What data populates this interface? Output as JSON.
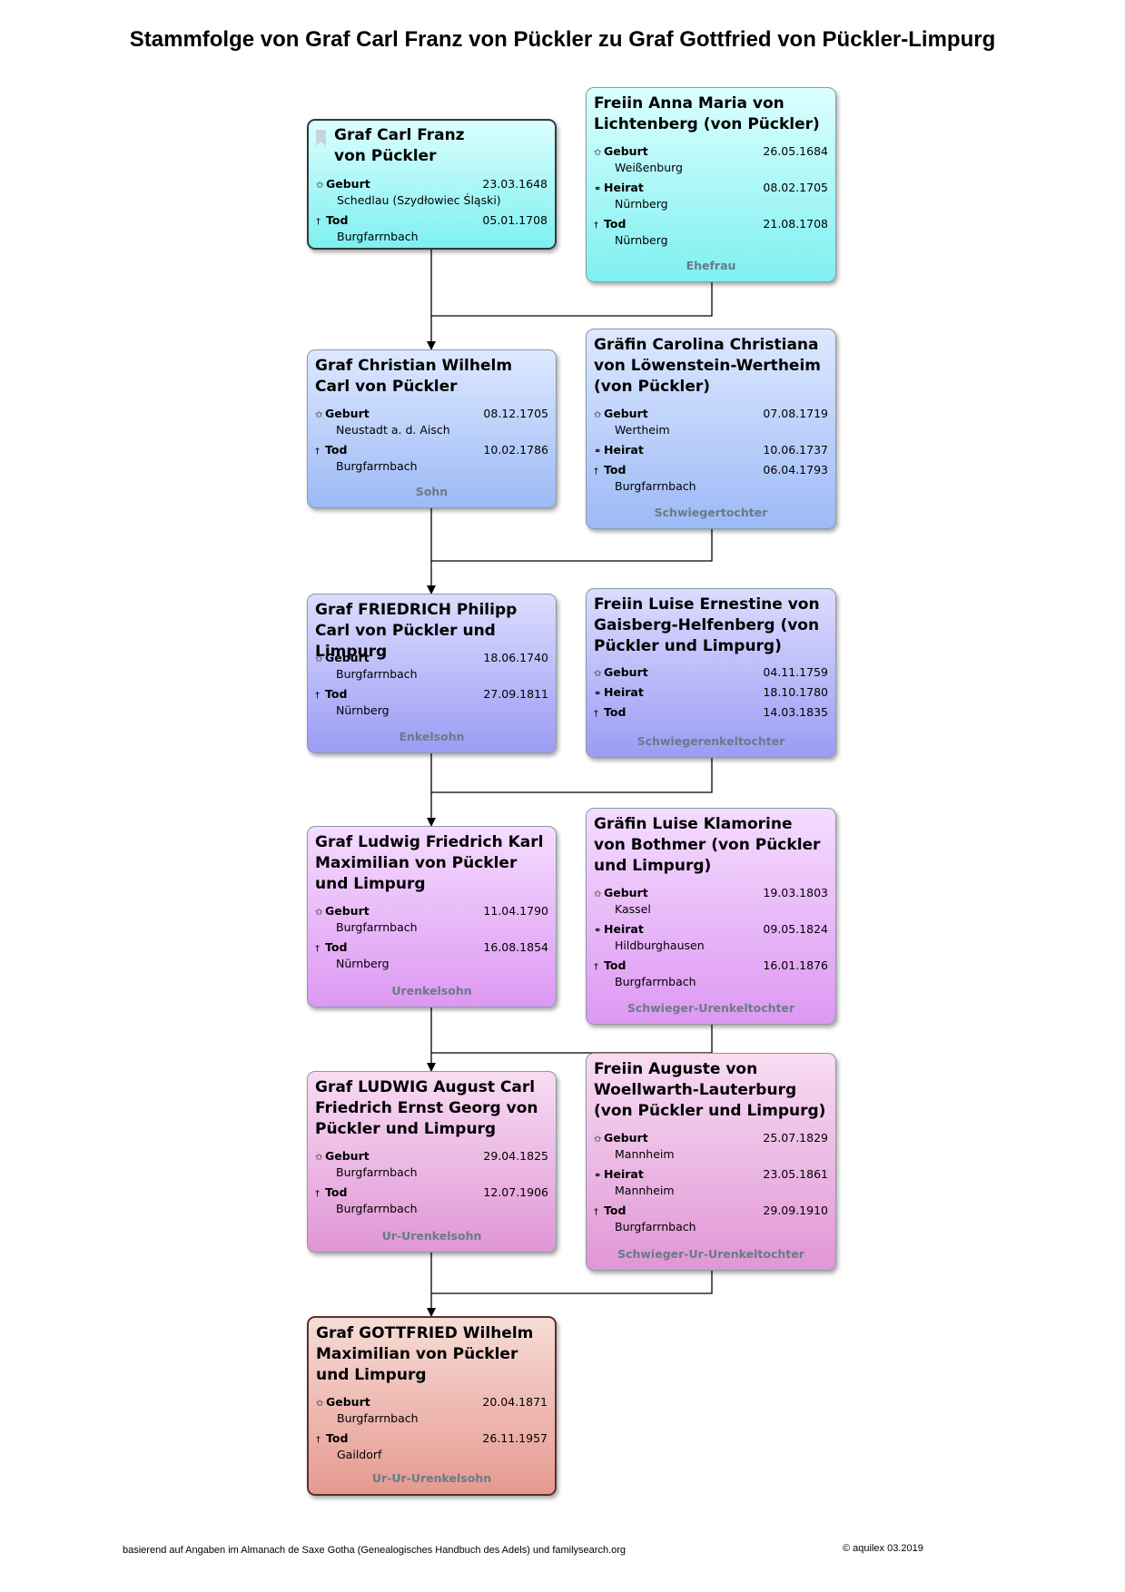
{
  "title": "Stammfolge von Graf Carl Franz von Pückler zu Graf Gottfried von Pückler-Limpurg",
  "labels": {
    "birth": "Geburt",
    "marriage": "Heirat",
    "death": "Tod"
  },
  "people": {
    "p1": {
      "name": "Graf Carl Franz von Pückler",
      "birth_date": "23.03.1648",
      "birth_place": "Schedlau (Szydłowiec Śląski)",
      "death_date": "05.01.1708",
      "death_place": "Burgfarrnbach"
    },
    "s1": {
      "name": "Freiin Anna Maria von Lichtenberg (von Pückler)",
      "birth_date": "26.05.1684",
      "birth_place": "Weißenburg",
      "marriage_date": "08.02.1705",
      "marriage_place": "Nürnberg",
      "death_date": "21.08.1708",
      "death_place": "Nürnberg",
      "role": "Ehefrau"
    },
    "p2": {
      "name": "Graf Christian Wilhelm Carl von Pückler",
      "birth_date": "08.12.1705",
      "birth_place": "Neustadt a. d. Aisch",
      "death_date": "10.02.1786",
      "death_place": "Burgfarrnbach",
      "role": "Sohn"
    },
    "s2": {
      "name": "Gräfin Carolina Christiana von Löwenstein-Wertheim (von Pückler)",
      "birth_date": "07.08.1719",
      "birth_place": "Wertheim",
      "marriage_date": "10.06.1737",
      "death_date": "06.04.1793",
      "death_place": "Burgfarrnbach",
      "role": "Schwiegertochter"
    },
    "p3": {
      "name": "Graf FRIEDRICH Philipp Carl von Pückler und Limpurg",
      "birth_date": "18.06.1740",
      "birth_place": "Burgfarrnbach",
      "death_date": "27.09.1811",
      "death_place": "Nürnberg",
      "role": "Enkelsohn"
    },
    "s3": {
      "name": "Freiin Luise Ernestine von Gaisberg-Helfenberg (von Pückler und Limpurg)",
      "birth_date": "04.11.1759",
      "marriage_date": "18.10.1780",
      "death_date": "14.03.1835",
      "role": "Schwiegerenkeltochter"
    },
    "p4": {
      "name": "Graf Ludwig Friedrich Karl Maximilian von Pückler und Limpurg",
      "birth_date": "11.04.1790",
      "birth_place": "Burgfarrnbach",
      "death_date": "16.08.1854",
      "death_place": "Nürnberg",
      "role": "Urenkelsohn"
    },
    "s4": {
      "name": "Gräfin Luise Klamorine von Bothmer (von Pückler und Limpurg)",
      "birth_date": "19.03.1803",
      "birth_place": "Kassel",
      "marriage_date": "09.05.1824",
      "marriage_place": "Hildburghausen",
      "death_date": "16.01.1876",
      "death_place": "Burgfarrnbach",
      "role": "Schwieger-Urenkeltochter"
    },
    "p5": {
      "name": "Graf LUDWIG August Carl Friedrich Ernst Georg von Pückler und Limpurg",
      "birth_date": "29.04.1825",
      "birth_place": "Burgfarrnbach",
      "death_date": "12.07.1906",
      "death_place": "Burgfarrnbach",
      "role": "Ur-Urenkelsohn"
    },
    "s5": {
      "name": "Freiin Auguste von Woellwarth-Lauterburg (von Pückler und Limpurg)",
      "birth_date": "25.07.1829",
      "birth_place": "Mannheim",
      "marriage_date": "23.05.1861",
      "marriage_place": "Mannheim",
      "death_date": "29.09.1910",
      "death_place": "Burgfarrnbach",
      "role": "Schwieger-Ur-Urenkeltochter"
    },
    "p6": {
      "name": "Graf GOTTFRIED Wilhelm Maximilian von Pückler und Limpurg",
      "birth_date": "20.04.1871",
      "birth_place": "Burgfarrnbach",
      "death_date": "26.11.1957",
      "death_place": "Gaildorf",
      "role": "Ur-Ur-Urenkelsohn"
    }
  },
  "footer": {
    "source": "basierend auf Angaben im Almanach de Saxe Gotha (Genealogisches Handbuch des Adels) und familysearch.org",
    "copyright": "© aquilex 03.2019"
  }
}
